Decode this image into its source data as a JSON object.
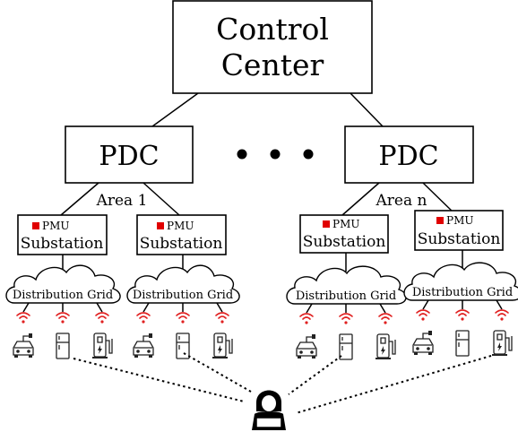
{
  "control_center": {
    "line1": "Control",
    "line2": "Center"
  },
  "pdc_left": {
    "label": "PDC"
  },
  "pdc_right": {
    "label": "PDC"
  },
  "area_left": {
    "label": "Area 1"
  },
  "area_right": {
    "label": "Area n"
  },
  "substations": [
    {
      "pmu": "PMU",
      "label": "Substation"
    },
    {
      "pmu": "PMU",
      "label": "Substation"
    },
    {
      "pmu": "PMU",
      "label": "Substation"
    },
    {
      "pmu": "PMU",
      "label": "Substation"
    }
  ],
  "grids": [
    {
      "label": "Distribution Grid"
    },
    {
      "label": "Distribution Grid"
    },
    {
      "label": "Distribution Grid"
    },
    {
      "label": "Distribution Grid"
    }
  ],
  "device_types": [
    "car-charger-icon",
    "refrigerator-icon",
    "ev-charger-icon"
  ],
  "colors": {
    "pmu_marker": "#e00000",
    "wifi": "#e02020"
  }
}
